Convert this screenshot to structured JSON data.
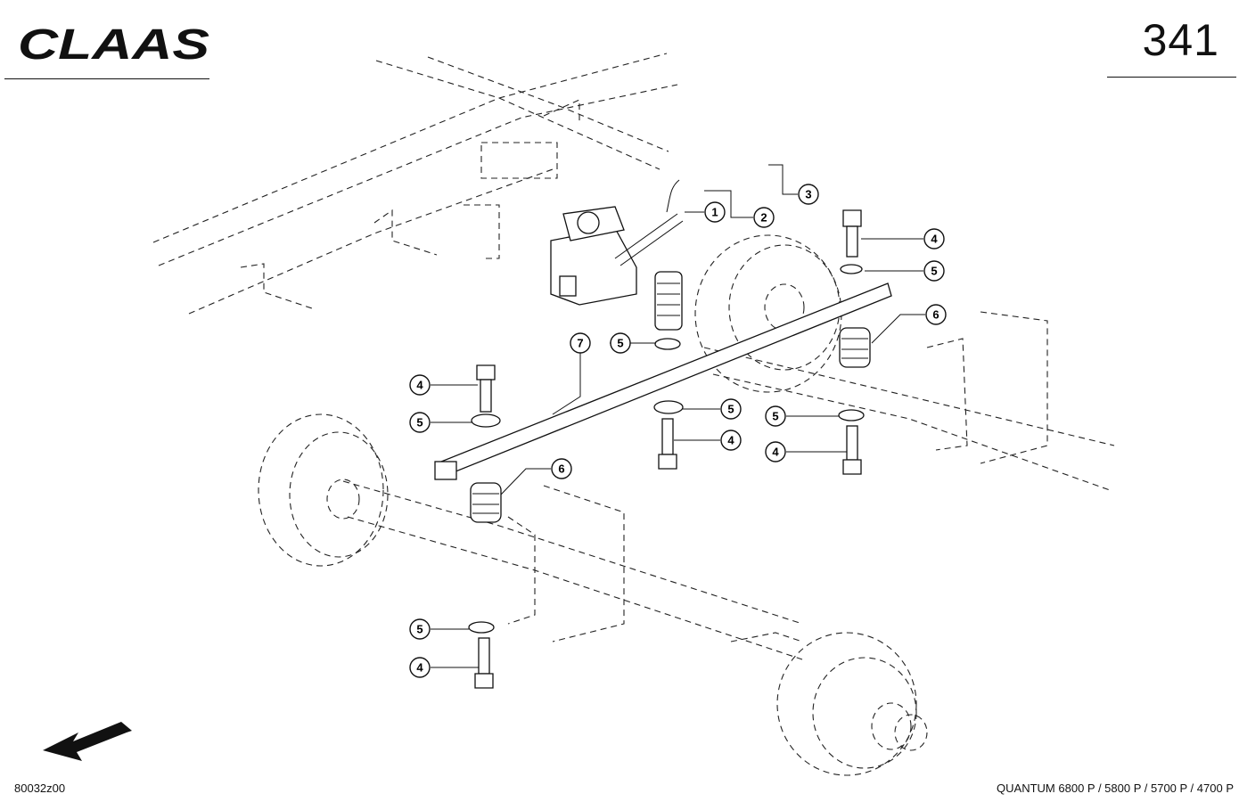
{
  "header": {
    "logo": "CLAAS",
    "page_number": "341"
  },
  "diagram": {
    "callouts": [
      {
        "id": "c1",
        "label": "1"
      },
      {
        "id": "c2",
        "label": "2"
      },
      {
        "id": "c3",
        "label": "3"
      },
      {
        "id": "c4a",
        "label": "4"
      },
      {
        "id": "c5a",
        "label": "5"
      },
      {
        "id": "c6a",
        "label": "6"
      },
      {
        "id": "c5b",
        "label": "5"
      },
      {
        "id": "c7",
        "label": "7"
      },
      {
        "id": "c4b",
        "label": "4"
      },
      {
        "id": "c5c",
        "label": "5"
      },
      {
        "id": "c5d",
        "label": "5"
      },
      {
        "id": "c4c",
        "label": "4"
      },
      {
        "id": "c5e",
        "label": "5"
      },
      {
        "id": "c4d",
        "label": "4"
      },
      {
        "id": "c6b",
        "label": "6"
      },
      {
        "id": "c5f",
        "label": "5"
      },
      {
        "id": "c4e",
        "label": "4"
      }
    ]
  },
  "footer": {
    "drawing_code": "80032z00",
    "model_line": "QUANTUM 6800 P / 5800 P / 5700 P / 4700 P"
  },
  "icons": {
    "direction_arrow": "arrow-down-left-icon"
  }
}
